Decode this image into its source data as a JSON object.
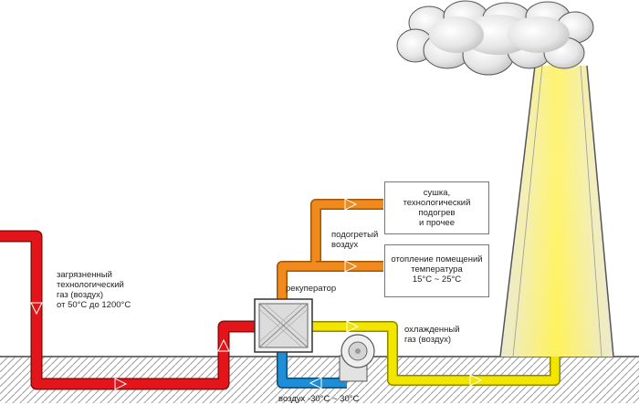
{
  "labels": {
    "polluted_gas": "загрязненный\nтехнологический\nгаз (воздух)\nот 50°C до 1200°C",
    "recuperator": "рекуператор",
    "preheated_air": "подогретый\nвоздух",
    "cooled_gas": "охлажденный\nгаз (воздух)",
    "air_in": "воздух -30°C ~ 30°C"
  },
  "boxes": {
    "drying": "сушка,\nтехнологический\nподогрев\nи прочее",
    "heating": "отопление помещений\nтемпература\n15°C ~ 25°C"
  },
  "colors": {
    "hot_gas": "#e3151b",
    "preheated_air": "#f08a1c",
    "cooled_gas": "#f2e600",
    "cold_air": "#1e8ed6",
    "chimney_glow": "#fff25a"
  }
}
